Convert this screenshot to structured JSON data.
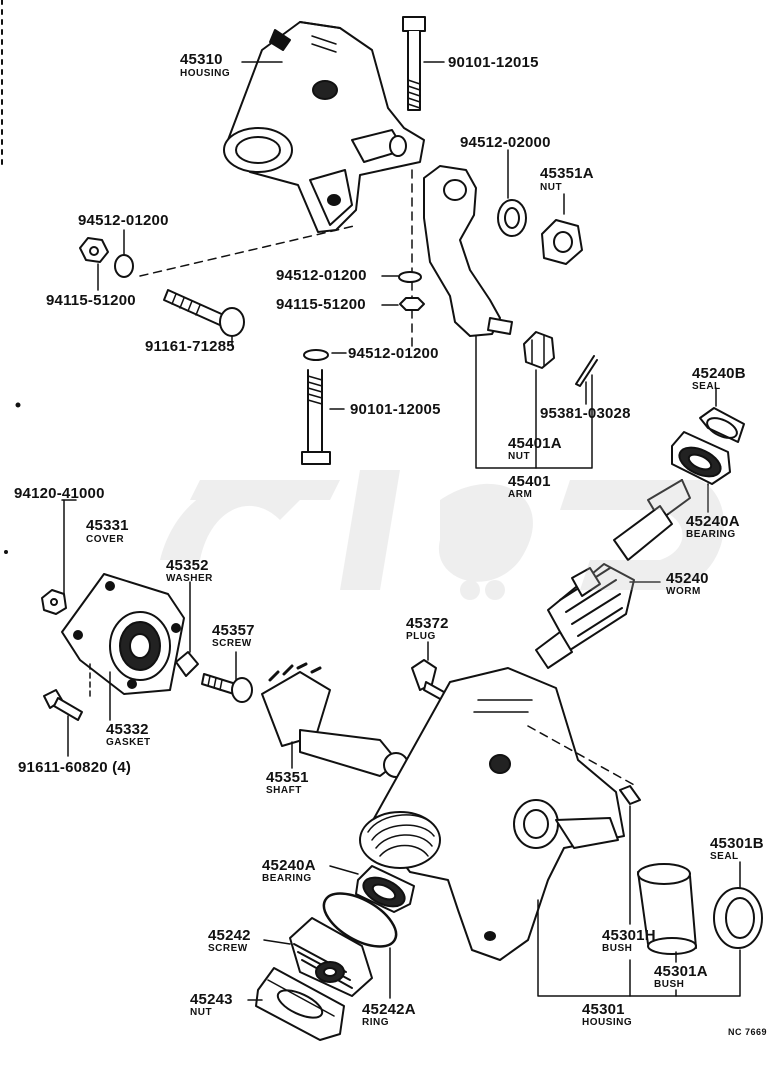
{
  "parts": {
    "p45310": {
      "number": "45310",
      "name": "HOUSING"
    },
    "p90101_12015": {
      "number": "90101-12015"
    },
    "p94512_02000": {
      "number": "94512-02000"
    },
    "p45351A": {
      "number": "45351A",
      "name": "NUT"
    },
    "p94512_01200_a": {
      "number": "94512-01200"
    },
    "p94115_51200_a": {
      "number": "94115-51200"
    },
    "p94512_01200_b": {
      "number": "94512-01200"
    },
    "p94115_51200_b": {
      "number": "94115-51200"
    },
    "p91161_71285": {
      "number": "91161-71285"
    },
    "p94512_01200_c": {
      "number": "94512-01200"
    },
    "p90101_12005": {
      "number": "90101-12005"
    },
    "p95381_03028": {
      "number": "95381-03028"
    },
    "p45240B": {
      "number": "45240B",
      "name": "SEAL"
    },
    "p45401A": {
      "number": "45401A",
      "name": "NUT"
    },
    "p45401": {
      "number": "45401",
      "name": "ARM"
    },
    "p94120_41000": {
      "number": "94120-41000"
    },
    "p45240A_top": {
      "number": "45240A",
      "name": "BEARING"
    },
    "p45331": {
      "number": "45331",
      "name": "COVER"
    },
    "p45352": {
      "number": "45352",
      "name": "WASHER"
    },
    "p45240": {
      "number": "45240",
      "name": "WORM"
    },
    "p45372": {
      "number": "45372",
      "name": "PLUG"
    },
    "p45357": {
      "number": "45357",
      "name": "SCREW"
    },
    "p45332": {
      "number": "45332",
      "name": "GASKET"
    },
    "p91611_60820": {
      "number": "91611-60820 (4)"
    },
    "p45351": {
      "number": "45351",
      "name": "SHAFT"
    },
    "p45301B": {
      "number": "45301B",
      "name": "SEAL"
    },
    "p45240A_bot": {
      "number": "45240A",
      "name": "BEARING"
    },
    "p45301H": {
      "number": "45301H",
      "name": "BUSH"
    },
    "p45242": {
      "number": "45242",
      "name": "SCREW"
    },
    "p45301A": {
      "number": "45301A",
      "name": "BUSH"
    },
    "p45243": {
      "number": "45243",
      "name": "NUT"
    },
    "p45242A": {
      "number": "45242A",
      "name": "RING"
    },
    "p45301": {
      "number": "45301",
      "name": "HOUSING"
    }
  },
  "drawing_code": "NC 7669",
  "colors": {
    "ink": "#111111",
    "paper": "#ffffff",
    "watermark": "#bdbdbd"
  }
}
